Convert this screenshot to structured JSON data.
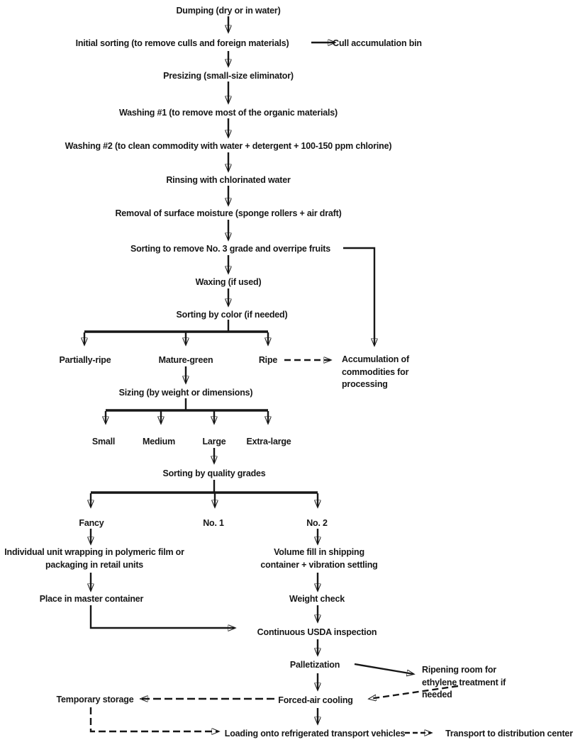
{
  "colors": {
    "ink": "#171717",
    "background": "#ffffff"
  },
  "nodes": {
    "dumping": "Dumping (dry or in water)",
    "initial_sorting": "Initial sorting (to remove culls and foreign materials)",
    "cull_bin": "Cull accumulation bin",
    "presizing": "Presizing (small-size eliminator)",
    "washing1": "Washing #1 (to remove most of the organic materials)",
    "washing2": "Washing #2 (to clean commodity with water + detergent + 100-150 ppm chlorine)",
    "rinsing": "Rinsing with chlorinated water",
    "moisture_removal": "Removal of surface moisture (sponge rollers + air draft)",
    "sorting_no3": "Sorting to remove No. 3 grade and overripe fruits",
    "waxing": "Waxing (if used)",
    "sorting_color": "Sorting by color (if needed)",
    "partially_ripe": "Partially-ripe",
    "mature_green": "Mature-green",
    "ripe": "Ripe",
    "accumulation": "Accumulation of commodities for processing",
    "sizing": "Sizing (by weight or dimensions)",
    "small": "Small",
    "medium": "Medium",
    "large": "Large",
    "extra_large": "Extra-large",
    "sorting_quality": "Sorting by quality grades",
    "fancy": "Fancy",
    "no1": "No. 1",
    "no2": "No. 2",
    "unit_wrapping": "Individual unit wrapping in polymeric film or packaging in retail units",
    "volume_fill": "Volume fill in shipping container + vibration settling",
    "master_container": "Place in master container",
    "weight_check": "Weight check",
    "usda_inspection": "Continuous USDA inspection",
    "palletization": "Palletization",
    "ripening_room": "Ripening room for ethylene treatment if needed",
    "forced_air": "Forced-air cooling",
    "temporary_storage": "Temporary storage",
    "loading": "Loading onto refrigerated transport vehicles",
    "transport": "Transport to distribution center"
  }
}
